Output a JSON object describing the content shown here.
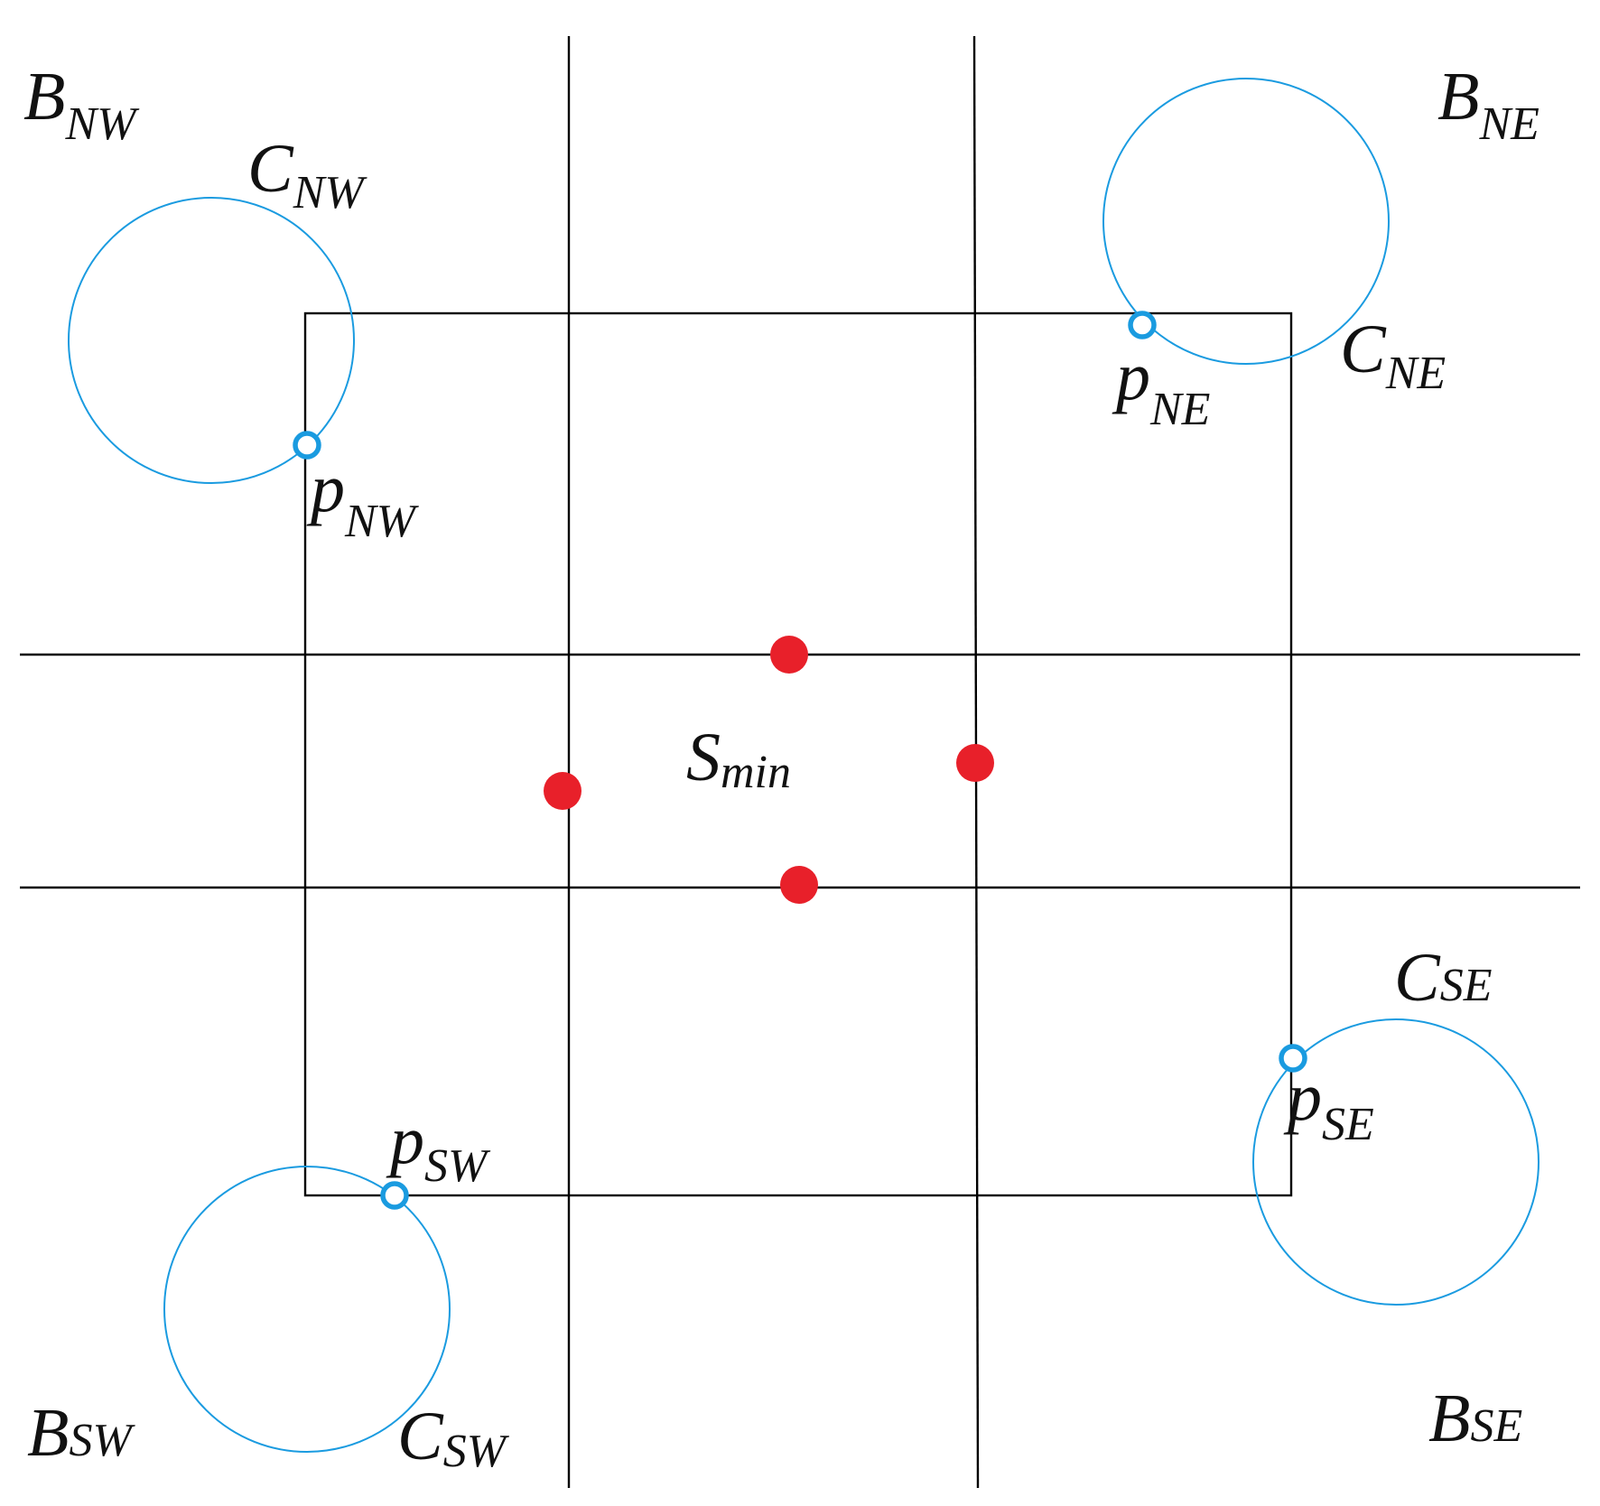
{
  "colors": {
    "line": "#000000",
    "circle": "#1a9be0",
    "point": "#e8202a",
    "text": "#111111"
  },
  "labels": {
    "b_nw": {
      "main": "B",
      "sub": "NW"
    },
    "b_ne": {
      "main": "B",
      "sub": "NE"
    },
    "b_sw": {
      "main": "B",
      "sub": "SW"
    },
    "b_se": {
      "main": "B",
      "sub": "SE"
    },
    "c_nw": {
      "main": "C",
      "sub": "NW"
    },
    "c_ne": {
      "main": "C",
      "sub": "NE"
    },
    "c_sw": {
      "main": "C",
      "sub": "SW"
    },
    "c_se": {
      "main": "C",
      "sub": "SE"
    },
    "p_nw": {
      "main": "p",
      "sub": "NW"
    },
    "p_ne": {
      "main": "p",
      "sub": "NE"
    },
    "p_sw": {
      "main": "p",
      "sub": "SW"
    },
    "p_se": {
      "main": "p",
      "sub": "SE"
    },
    "s_min": {
      "main": "S",
      "sub": "min"
    }
  }
}
